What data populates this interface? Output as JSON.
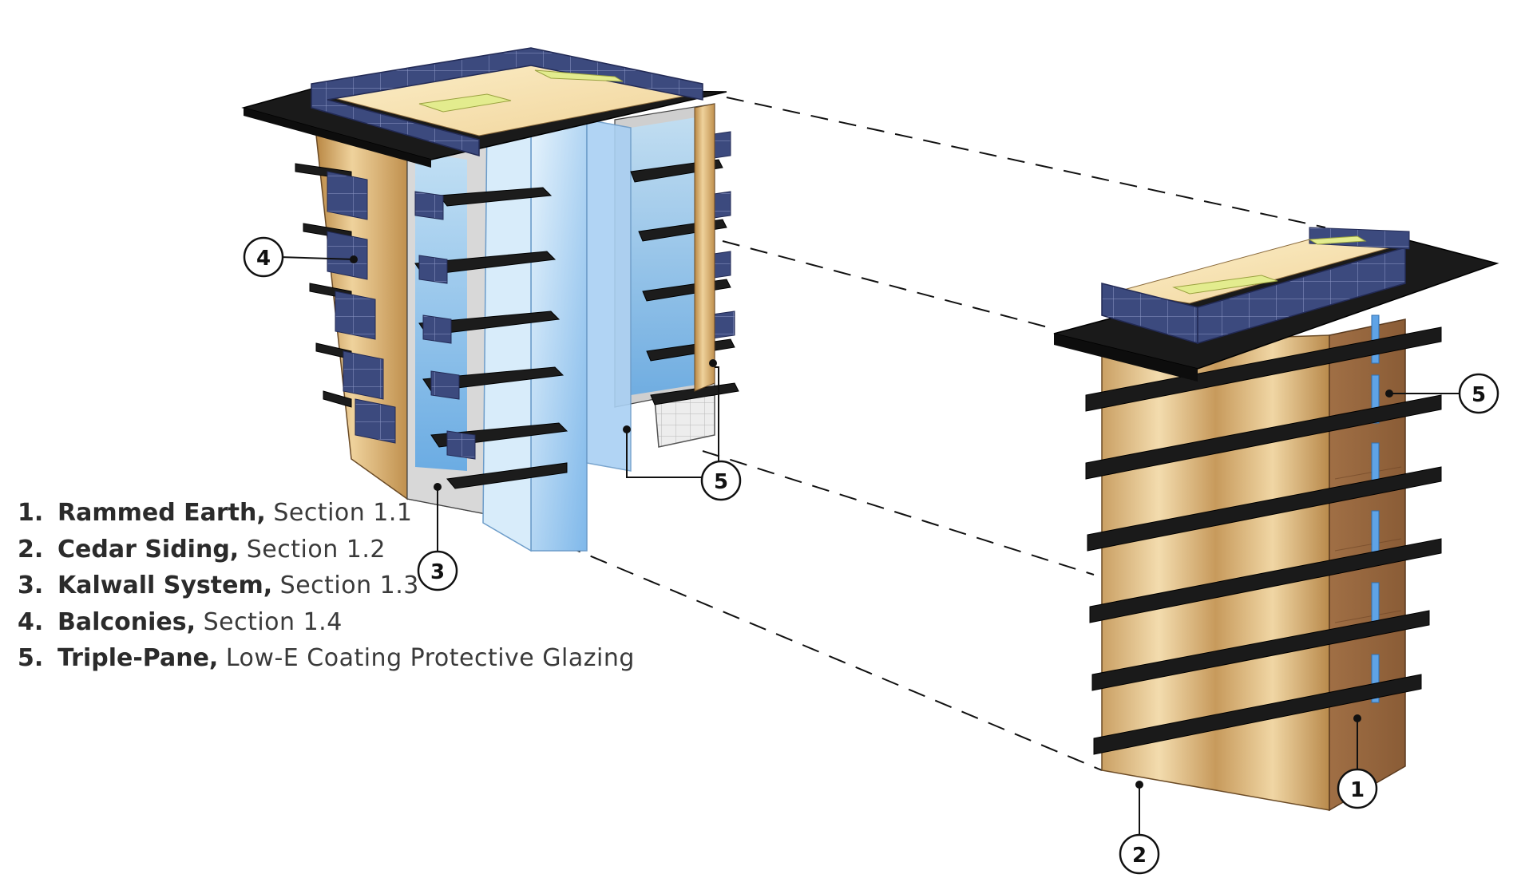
{
  "legend": [
    {
      "number": "1.",
      "name": "Rammed Earth,",
      "desc": "Section 1.1"
    },
    {
      "number": "2.",
      "name": "Cedar Siding,",
      "desc": "Section 1.2"
    },
    {
      "number": "3.",
      "name": "Kalwall System,",
      "desc": "Section 1.3"
    },
    {
      "number": "4.",
      "name": "Balconies,",
      "desc": "Section 1.4"
    },
    {
      "number": "5.",
      "name": "Triple-Pane,",
      "desc": "Low-E Coating Protective Glazing"
    }
  ],
  "callouts": {
    "c1": "1",
    "c2": "2",
    "c3": "3",
    "c4": "4",
    "c5_left": "5",
    "c5_right": "5"
  },
  "colors": {
    "cedar_light": "#f2d9a6",
    "cedar_dark": "#b88642",
    "rammed_earth": "#9a6a3f",
    "slab": "#1a1a1a",
    "solar_panel": "#3e4a7c",
    "glazing": "#8fc4ef",
    "kalwall": "#e8e8e8",
    "skylight": "#dde88a"
  }
}
